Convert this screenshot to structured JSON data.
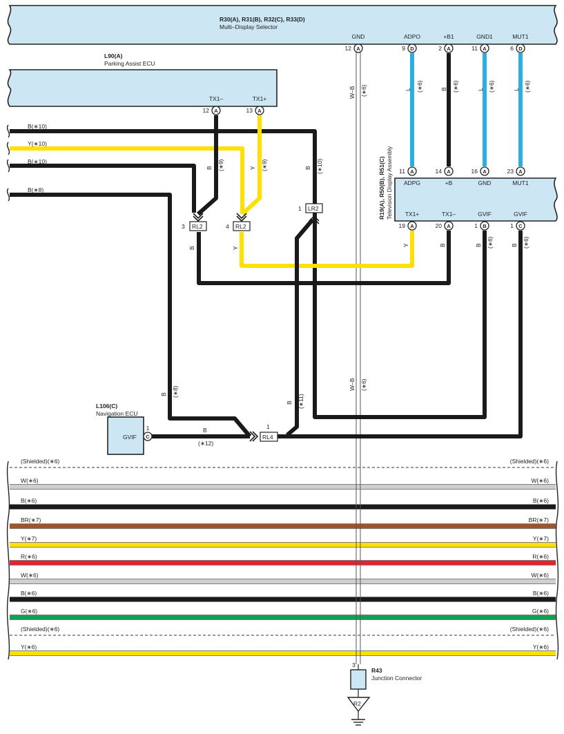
{
  "colors": {
    "box_fill": "#cde6f3",
    "wire_black": "#1a1a1a",
    "wire_yellow": "#ffe000",
    "wire_blue": "#29aee5",
    "wire_brown": "#a0532d",
    "wire_red": "#e8222a",
    "wire_green": "#12a050",
    "wire_white": "#cfcfcf"
  },
  "selector": {
    "code": "R30(A), R31(B), R32(C), R33(D)",
    "name": "Multi–Display Selector",
    "pins": [
      {
        "label": "GND",
        "num": "12",
        "conn": "A"
      },
      {
        "label": "ADPO",
        "num": "9",
        "conn": "D"
      },
      {
        "label": "+B1",
        "num": "2",
        "conn": "A"
      },
      {
        "label": "GND1",
        "num": "11",
        "conn": "A"
      },
      {
        "label": "MUT1",
        "num": "6",
        "conn": "D"
      }
    ]
  },
  "parking": {
    "code": "L90(A)",
    "name": "Parking Assist ECU",
    "pins": [
      {
        "label": "TX1–",
        "num": "12",
        "conn": "A"
      },
      {
        "label": "TX1+",
        "num": "13",
        "conn": "A"
      }
    ]
  },
  "tv": {
    "code": "R19(A), R50(B), R51(C)",
    "name": "Television Display Assembly",
    "top_pins": [
      {
        "label": "ADPG",
        "num": "11",
        "conn": "A"
      },
      {
        "label": "+B",
        "num": "14",
        "conn": "A"
      },
      {
        "label": "GND",
        "num": "16",
        "conn": "A"
      },
      {
        "label": "MUT1",
        "num": "23",
        "conn": "A"
      }
    ],
    "bottom_pins": [
      {
        "label": "TX1+",
        "num": "19",
        "conn": "A"
      },
      {
        "label": "TX1–",
        "num": "20",
        "conn": "A"
      },
      {
        "label": "GVIF",
        "num": "1",
        "conn": "B"
      },
      {
        "label": "GVIF",
        "num": "1",
        "conn": "C"
      }
    ]
  },
  "nav": {
    "code": "L106(C)",
    "name": "Navigation ECU",
    "pin_label": "GVIF",
    "pin_num": "1",
    "pin_conn": "C"
  },
  "junction": {
    "code": "R43",
    "name": "Junction Connector",
    "pin_num": "3",
    "ground": "R2"
  },
  "splices": {
    "rl2a": {
      "num": "3",
      "name": "RL2"
    },
    "rl2b": {
      "num": "4",
      "name": "RL2"
    },
    "lr2": {
      "num": "1",
      "name": "LR2"
    },
    "rl4": {
      "num": "1",
      "name": "RL4"
    }
  },
  "wire_labels": {
    "gnd_wire": "W–B",
    "gnd_note": "(∗6)",
    "l_color": "L",
    "b_color": "B",
    "y_color": "Y",
    "n6": "(∗6)",
    "n8": "(∗8)",
    "n9": "(∗9)",
    "n10": "(∗10)",
    "n11": "(∗11)",
    "n12": "(∗12)",
    "left_b10a": "B(∗10)",
    "left_y10": "Y(∗10)",
    "left_b10b": "B(∗10)",
    "left_b8": "B(∗8)"
  },
  "bundle": [
    {
      "text": "(Shielded)(∗6)",
      "color": "#333333",
      "kind": "shield"
    },
    {
      "text": "W(∗6)",
      "color": "#cfcfcf",
      "kind": "wire"
    },
    {
      "text": "B(∗6)",
      "color": "#1a1a1a",
      "kind": "wire"
    },
    {
      "text": "BR(∗7)",
      "color": "#a0532d",
      "kind": "wire"
    },
    {
      "text": "Y(∗7)",
      "color": "#ffe000",
      "kind": "wire"
    },
    {
      "text": "R(∗6)",
      "color": "#e8222a",
      "kind": "wire"
    },
    {
      "text": "W(∗6)",
      "color": "#cfcfcf",
      "kind": "wire"
    },
    {
      "text": "B(∗6)",
      "color": "#1a1a1a",
      "kind": "wire"
    },
    {
      "text": "G(∗6)",
      "color": "#12a050",
      "kind": "wire"
    },
    {
      "text": "(Shielded)(∗6)",
      "color": "#333333",
      "kind": "shield"
    },
    {
      "text": "Y(∗6)",
      "color": "#ffe000",
      "kind": "wire"
    }
  ]
}
